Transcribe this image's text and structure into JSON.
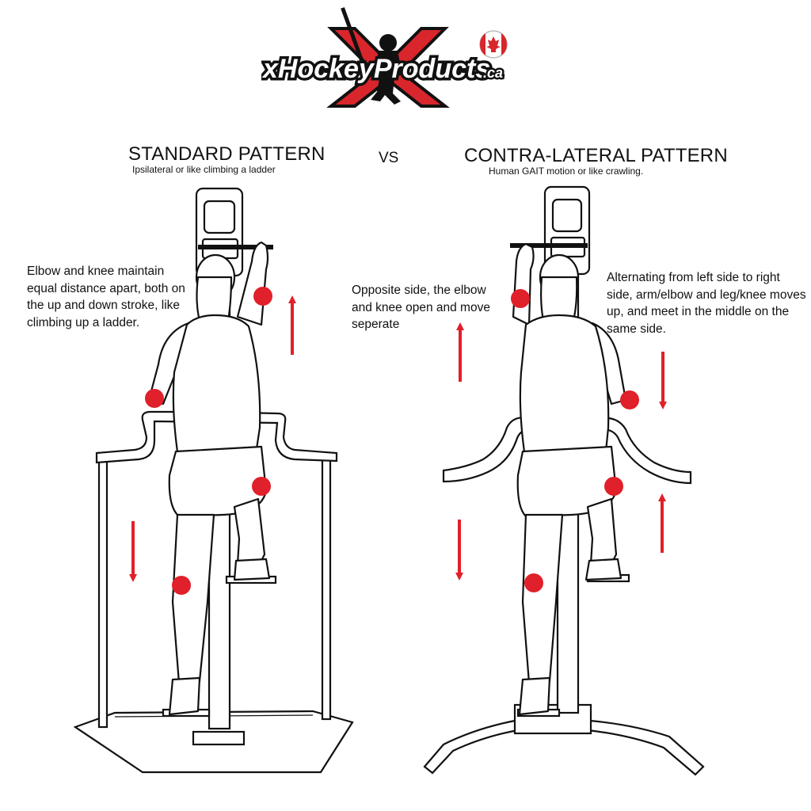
{
  "logo": {
    "text_main": "xHockeyProducts",
    "text_suffix": ".ca",
    "flag": "canada-flag-icon"
  },
  "left": {
    "title": "STANDARD PATTERN",
    "subtitle": "Ipsilateral or like climbing a ladder",
    "note": "Elbow and knee maintain equal distance apart, both on the up and down stroke, like climbing up a ladder."
  },
  "vs": "VS",
  "right": {
    "title": "CONTRA-LATERAL PATTERN",
    "subtitle": "Human GAIT motion  or like crawling.",
    "note_left": "Opposite side, the elbow and knee open and move seperate",
    "note_right": "Alternating from left side to right side, arm/elbow and leg/knee moves up, and meet in the middle on the same side."
  },
  "colors": {
    "marker": "#e0202a",
    "arrow": "#e0202a",
    "ink": "#111111",
    "logo_red": "#d8262c"
  }
}
